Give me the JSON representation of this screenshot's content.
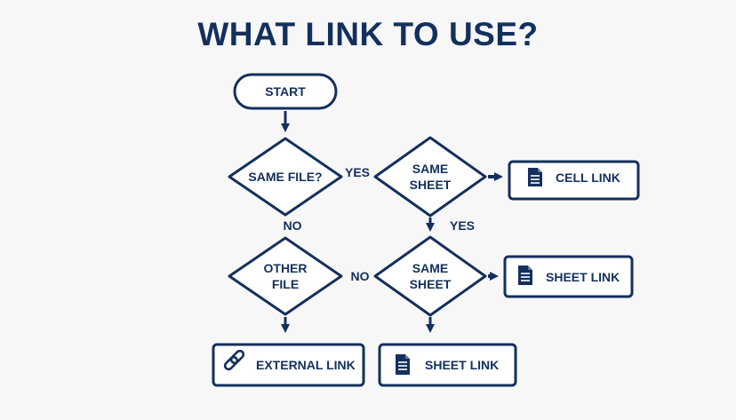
{
  "title": "WHAT LINK TO USE?",
  "nodes": {
    "start": "START",
    "same_file": "SAME FILE?",
    "same_sheet_top_line1": "SAME",
    "same_sheet_top_line2": "SHEET",
    "cell_link": "CELL LINK",
    "other_file_line1": "OTHER",
    "other_file_line2": "FILE",
    "same_sheet_bottom_line1": "SAME",
    "same_sheet_bottom_line2": "SHEET",
    "sheet_link_right": "SHEET LINK",
    "external_link": "EXTERNAL LINK",
    "sheet_link_bottom": "SHEET LINK"
  },
  "edges": {
    "same_file_yes": "YES",
    "same_file_no": "NO",
    "same_sheet_yes": "YES",
    "other_file_no": "NO"
  },
  "icons": {
    "cell_link": "document-icon",
    "sheet_link_right": "document-icon",
    "external_link": "chain-link-icon",
    "sheet_link_bottom": "document-icon"
  },
  "colors": {
    "primary": "#13305d",
    "background": "#f7f7f7",
    "box_fill": "#ffffff"
  }
}
